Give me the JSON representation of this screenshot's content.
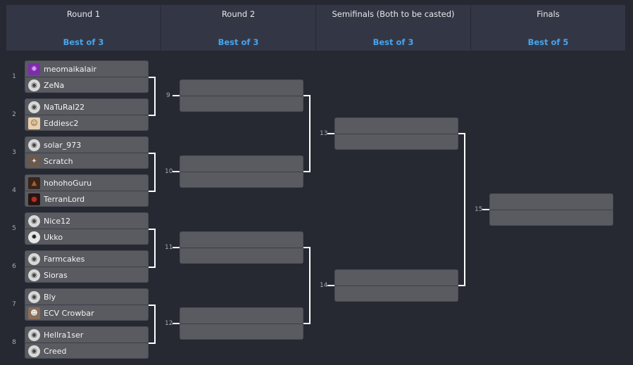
{
  "columns": [
    {
      "title": "Round 1",
      "best_of": "Best of 3"
    },
    {
      "title": "Round 2",
      "best_of": "Best of 3"
    },
    {
      "title": "Semifinals (Both to be casted)",
      "best_of": "Best of 3"
    },
    {
      "title": "Finals",
      "best_of": "Best of 5"
    }
  ],
  "round1": [
    {
      "seed": "1",
      "players": [
        {
          "name": "meomaikalair",
          "icon": "purple-creature-avatar-icon",
          "color": "#7a2fa8"
        },
        {
          "name": "ZeNa",
          "icon": "default-player-icon",
          "color": "#d8d8d8"
        }
      ]
    },
    {
      "seed": "2",
      "players": [
        {
          "name": "NaTuRal22",
          "icon": "default-player-icon",
          "color": "#d8d8d8"
        },
        {
          "name": "Eddiesc2",
          "icon": "anime-avatar-icon",
          "color": "#e9cfae"
        }
      ]
    },
    {
      "seed": "3",
      "players": [
        {
          "name": "solar_973",
          "icon": "default-player-icon",
          "color": "#d8d8d8"
        },
        {
          "name": "Scratch",
          "icon": "photo-avatar-icon",
          "color": "#6b5a4c"
        }
      ]
    },
    {
      "seed": "4",
      "players": [
        {
          "name": "hohohoGuru",
          "icon": "dark-avatar-icon",
          "color": "#3a2418"
        },
        {
          "name": "TerranLord",
          "icon": "dark-avatar-icon",
          "color": "#2a1410"
        }
      ]
    },
    {
      "seed": "5",
      "players": [
        {
          "name": "Nice12",
          "icon": "default-player-icon",
          "color": "#d8d8d8"
        },
        {
          "name": "Ukko",
          "icon": "emblem-avatar-icon",
          "color": "#e6e6e6"
        }
      ]
    },
    {
      "seed": "6",
      "players": [
        {
          "name": "Farmcakes",
          "icon": "default-player-icon",
          "color": "#d8d8d8"
        },
        {
          "name": "Sioras",
          "icon": "default-player-icon",
          "color": "#d8d8d8"
        }
      ]
    },
    {
      "seed": "7",
      "players": [
        {
          "name": "Bly",
          "icon": "default-player-icon",
          "color": "#d8d8d8"
        },
        {
          "name": "ECV Crowbar",
          "icon": "photo-avatar-icon",
          "color": "#8a6e58"
        }
      ]
    },
    {
      "seed": "8",
      "players": [
        {
          "name": "Hellra1ser",
          "icon": "default-player-icon",
          "color": "#d8d8d8"
        },
        {
          "name": "Creed",
          "icon": "default-player-icon",
          "color": "#d8d8d8"
        }
      ]
    }
  ],
  "match_numbers": [
    "9",
    "10",
    "11",
    "12",
    "13",
    "14",
    "15"
  ]
}
